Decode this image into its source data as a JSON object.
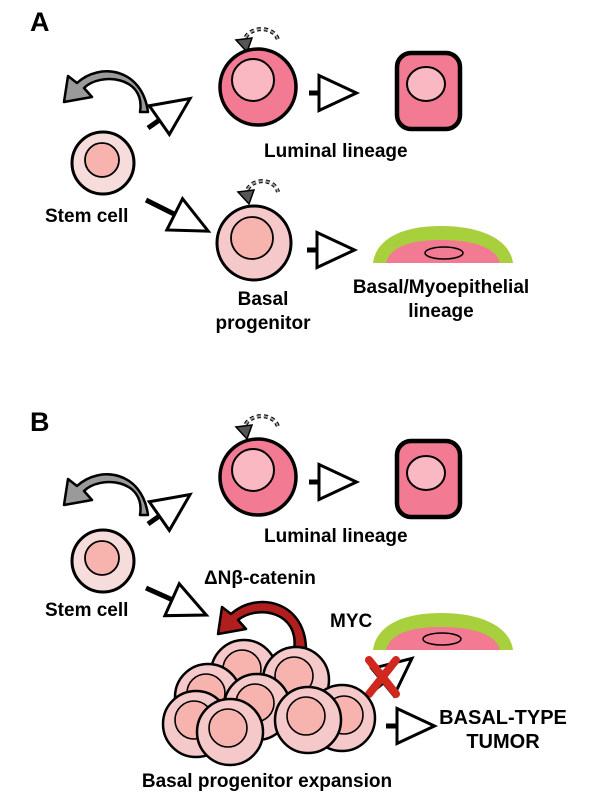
{
  "panel_a": {
    "letter": "A",
    "stem_label": "Stem cell",
    "luminal_label": "Luminal lineage",
    "basal_label_1": "Basal",
    "basal_label_2": "progenitor",
    "myo_label_1": "Basal/Myoepithelial",
    "myo_label_2": "lineage"
  },
  "panel_b": {
    "letter": "B",
    "stem_label": "Stem cell",
    "luminal_label": "Luminal lineage",
    "catenin_label": "ΔNβ-catenin",
    "myc_label": "MYC",
    "tumor_label_1": "BASAL-TYPE",
    "tumor_label_2": "TUMOR",
    "expansion_label": "Basal progenitor expansion"
  },
  "colors": {
    "luminal_fill": "#f27a92",
    "luminal_nucleus": "#f9b8c2",
    "stem_fill": "#f7dcdc",
    "basal_fill": "#f5c9c9",
    "nucleus_fill": "#f7b3ad",
    "myo_outer": "#a8cf3c",
    "myo_inner": "#f27a92",
    "self_renewal_arrow": "#9a9a9a",
    "myc_arrow": "#b01e1e",
    "block_x": "#d0281e"
  },
  "icons": [
    "self-renewal-arrow",
    "dashed-renewal-arrow",
    "differentiation-arrow",
    "block-x-icon"
  ]
}
